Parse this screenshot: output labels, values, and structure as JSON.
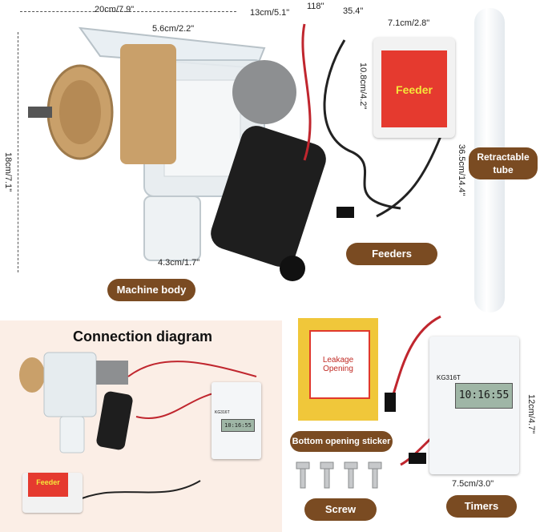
{
  "dimensions": {
    "body_width": "20cm/7.9\"",
    "body_depth": "13cm/5.1\"",
    "hopper_width": "5.6cm/2.2\"",
    "body_height": "18cm/7.1\"",
    "outlet_width": "4.3cm/1.7\"",
    "wire_length_1": "118\"",
    "wire_length_2": "35.4\"",
    "feeder_width": "7.1cm/2.8\"",
    "feeder_height": "10.8cm/4.2\"",
    "tube_length": "36.5cm/14.4\"",
    "timer_height": "12cm/4.7\"",
    "timer_width": "7.5cm/3.0\""
  },
  "labels": {
    "machine_body": "Machine body",
    "feeders": "Feeders",
    "retractable_tube": "Retractable tube",
    "connection_diagram": "Connection diagram",
    "bottom_sticker": "Bottom opening sticker",
    "screw": "Screw",
    "timers": "Timers"
  },
  "feeder_box_text": "Feeder",
  "sticker_text": "Leakage Opening",
  "timer_brand": "KG316T",
  "timer_display": "10:16:55",
  "colors": {
    "pill_bg": "#7a4b22",
    "feeder_red": "#e53a2f",
    "feeder_text": "#f5e63b",
    "panel_bg": "#fbeee6",
    "motor_black": "#1e1e1e",
    "motor_tan": "#c9a06a"
  }
}
